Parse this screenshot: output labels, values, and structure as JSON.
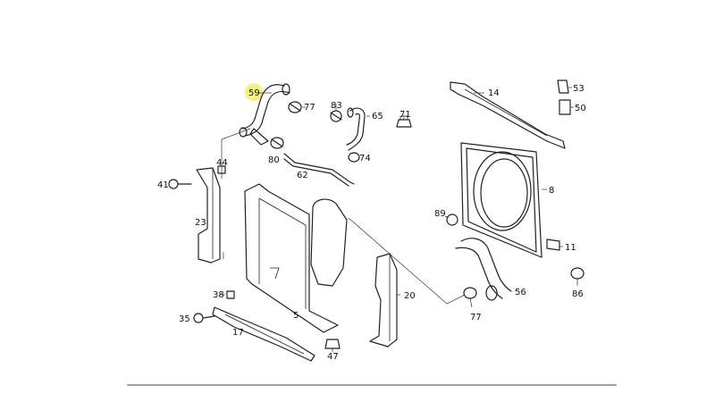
{
  "colors": {
    "highlight": "#f3f26a",
    "line": "#222222",
    "background": "#ffffff"
  },
  "callouts": [
    {
      "id": "59",
      "label": "59",
      "highlighted": true
    },
    {
      "id": "77a",
      "label": "77"
    },
    {
      "id": "80",
      "label": "80"
    },
    {
      "id": "83",
      "label": "83"
    },
    {
      "id": "65",
      "label": "65"
    },
    {
      "id": "71",
      "label": "71"
    },
    {
      "id": "74",
      "label": "74"
    },
    {
      "id": "62",
      "label": "62"
    },
    {
      "id": "14",
      "label": "14"
    },
    {
      "id": "53",
      "label": "53"
    },
    {
      "id": "50",
      "label": "50"
    },
    {
      "id": "44",
      "label": "44"
    },
    {
      "id": "41",
      "label": "41"
    },
    {
      "id": "23",
      "label": "23"
    },
    {
      "id": "8",
      "label": "8"
    },
    {
      "id": "89",
      "label": "89"
    },
    {
      "id": "11",
      "label": "11"
    },
    {
      "id": "38",
      "label": "38"
    },
    {
      "id": "5",
      "label": "5"
    },
    {
      "id": "20",
      "label": "20"
    },
    {
      "id": "56",
      "label": "56"
    },
    {
      "id": "86",
      "label": "86"
    },
    {
      "id": "77b",
      "label": "77"
    },
    {
      "id": "35",
      "label": "35"
    },
    {
      "id": "17",
      "label": "17"
    },
    {
      "id": "47",
      "label": "47"
    }
  ]
}
